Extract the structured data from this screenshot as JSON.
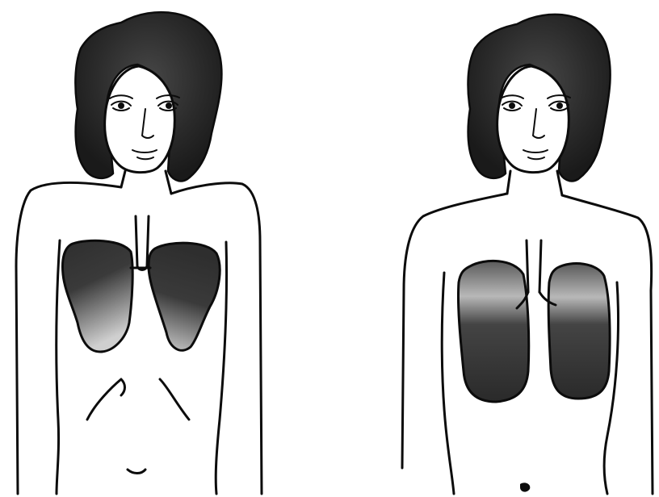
{
  "figures": [
    {
      "id": "left",
      "lungs": "small"
    },
    {
      "id": "right",
      "lungs": "enlarged"
    }
  ],
  "colors": {
    "ink": "#0c0c0c",
    "hair": "#2b2b2b",
    "lung_dark": "#2e2e2e",
    "lung_light": "#c9c9c9",
    "background": "#ffffff"
  }
}
